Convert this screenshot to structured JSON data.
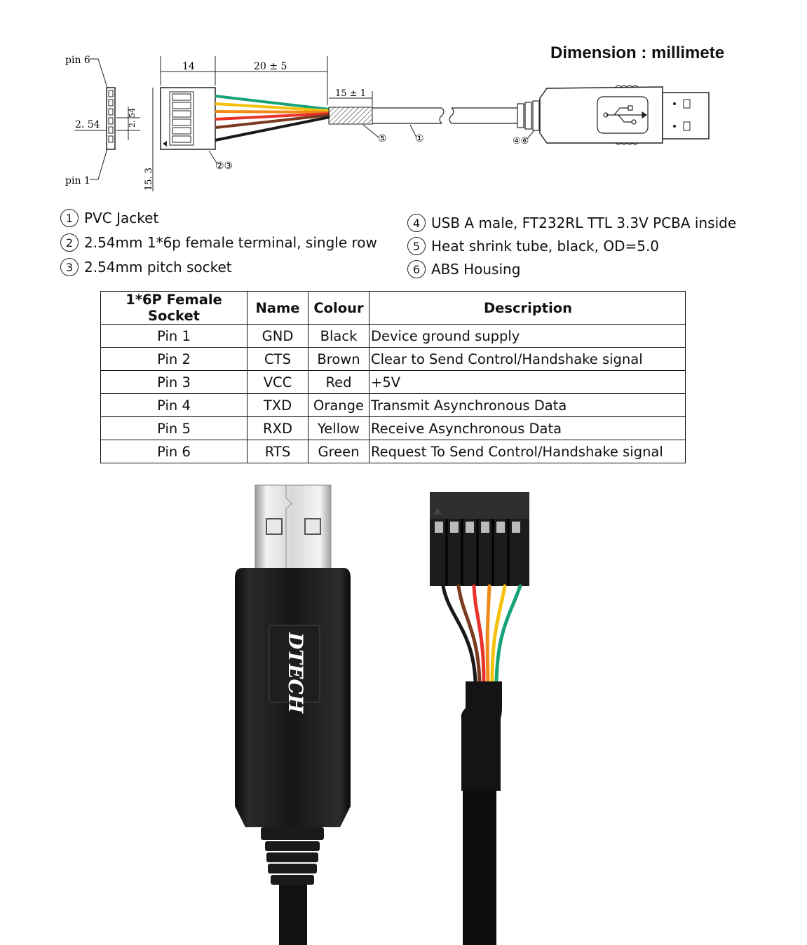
{
  "dimension_title": "Dimension : millimete",
  "drawing": {
    "pin6": "pin 6",
    "pin1": "pin 1",
    "pitch_left": "2. 54",
    "pitch_vert": "2. 54",
    "height": "15. 3",
    "dim_14": "14",
    "dim_20": "20 ± 5",
    "dim_15": "15 ± 1",
    "callout_23": "②③",
    "callout_5": "⑤",
    "callout_1": "①",
    "callout_46": "④⑥"
  },
  "legend_left": [
    {
      "num": "1",
      "text": "PVC Jacket"
    },
    {
      "num": "2",
      "text": "2.54mm 1*6p female terminal, single row"
    },
    {
      "num": "3",
      "text": "2.54mm pitch socket"
    }
  ],
  "legend_right": [
    {
      "num": "4",
      "text": "USB A male, FT232RL TTL 3.3V PCBA inside"
    },
    {
      "num": "5",
      "text": "Heat shrink tube, black, OD=5.0"
    },
    {
      "num": "6",
      "text": "ABS Housing"
    }
  ],
  "table": {
    "headers": [
      "1*6P Female Socket",
      "Name",
      "Colour",
      "Description"
    ],
    "rows": [
      [
        "Pin 1",
        "GND",
        "Black",
        "Device ground supply"
      ],
      [
        "Pin 2",
        "CTS",
        "Brown",
        "Clear to Send Control/Handshake signal"
      ],
      [
        "Pin 3",
        "VCC",
        "Red",
        "+5V"
      ],
      [
        "Pin 4",
        "TXD",
        "Orange",
        "Transmit Asynchronous Data"
      ],
      [
        "Pin 5",
        "RXD",
        "Yellow",
        "Receive Asynchronous Data"
      ],
      [
        "Pin 6",
        "RTS",
        "Green",
        "Request To Send Control/Handshake signal"
      ]
    ]
  },
  "brand": "DTECH",
  "wire_colors": {
    "black": "#1a1a1a",
    "brown": "#7a3b1f",
    "red": "#e8322a",
    "orange": "#f28a1a",
    "yellow": "#f4c20d",
    "green": "#17a37a"
  }
}
